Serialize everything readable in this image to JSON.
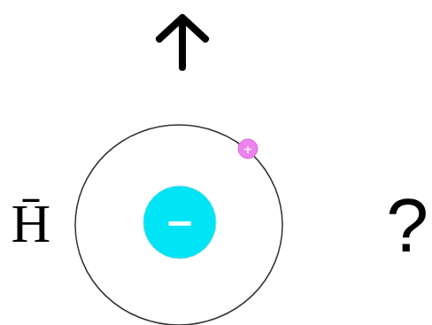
{
  "diagram": {
    "nodes": [
      {
        "text": [
          "−"
        ]
      },
      {
        "text": [
          "+"
        ]
      }
    ],
    "labels": [
      "H̄",
      "?"
    ]
  }
}
